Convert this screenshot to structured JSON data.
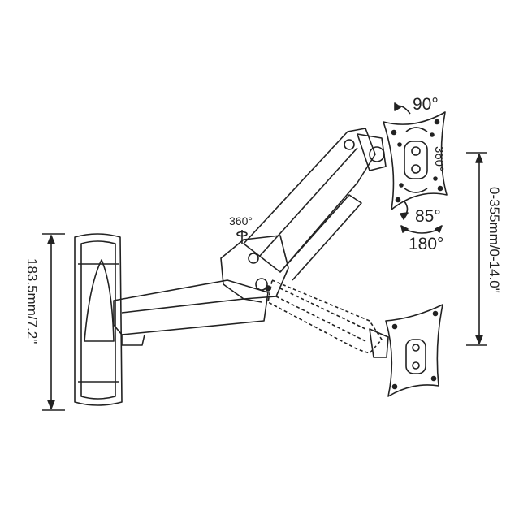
{
  "labels": {
    "tilt_up": "90°",
    "plate_rotation": "360°",
    "tilt_down": "85°",
    "swivel": "180°",
    "arm_rotation": "360°",
    "height_range": "0-355mm/0-14.0\"",
    "wall_plate_height": "183.5mm/7.2\""
  },
  "colors": {
    "line": "#222222",
    "background": "#ffffff"
  }
}
